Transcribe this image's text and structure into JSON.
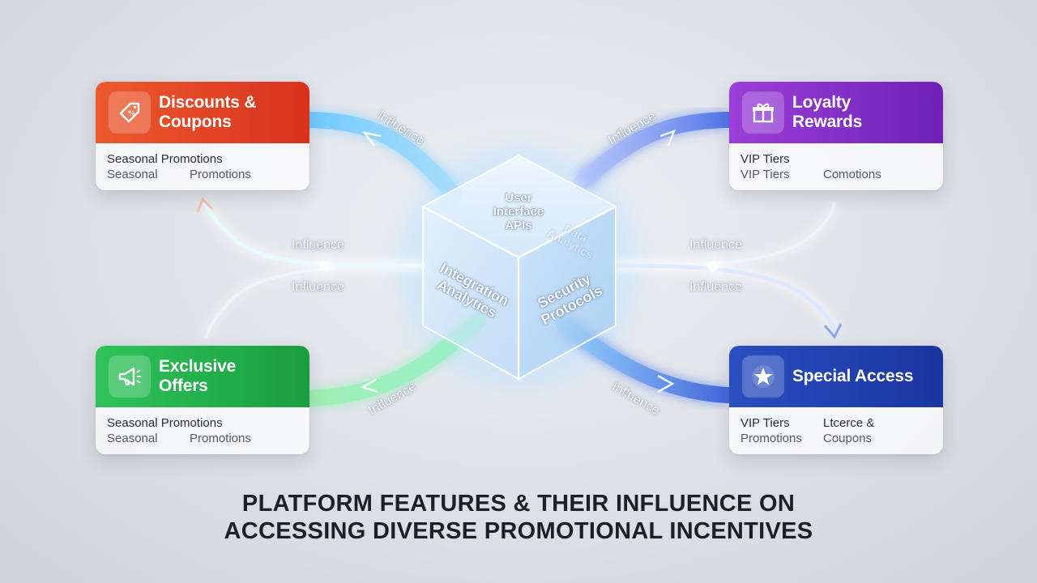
{
  "title": {
    "line1": "PLATFORM FEATURES & THEIR INFLUENCE ON",
    "line2": "ACCESSING DIVERSE PROMOTIONAL INCENTIVES"
  },
  "center": {
    "top_face": "User\nInterface\nAPIs",
    "top_face_ghost": "Data\nAnalytics",
    "left_face": "Integration\nAnalytics",
    "right_face": "Security\nProtocols"
  },
  "cards": {
    "discounts": {
      "title": "Discounts & Coupons",
      "row1": [
        "Seasonal Promotions",
        ""
      ],
      "row2": [
        "Seasonal",
        "Promotions"
      ],
      "color": "#e2431f",
      "icon": "price-tag-icon"
    },
    "loyalty": {
      "title": "Loyalty Rewards",
      "row1": [
        "VIP Tiers",
        ""
      ],
      "row2": [
        "VIP Tiers",
        "Comotions"
      ],
      "color": "#8430c8",
      "icon": "gift-icon"
    },
    "exclusive": {
      "title": "Exclusive Offers",
      "row1": [
        "Seasonal Promotions",
        ""
      ],
      "row2": [
        "Seasonal",
        "Promotions"
      ],
      "color": "#22b04b",
      "icon": "megaphone-icon"
    },
    "special": {
      "title": "Special Access",
      "row1": [
        "VIP Tiers",
        "Ltcerce &"
      ],
      "row2": [
        "Promotions",
        "Coupons"
      ],
      "color": "#2142b0",
      "icon": "star-icon"
    }
  },
  "flow_labels": {
    "top_left": "Influence",
    "top_right": "Influence",
    "mid_left_upper": "Influence",
    "mid_left_lower": "Influence",
    "mid_right_upper": "Influence",
    "mid_right_lower": "Influence",
    "bottom_left": "Influence",
    "bottom_right": "Influence"
  }
}
